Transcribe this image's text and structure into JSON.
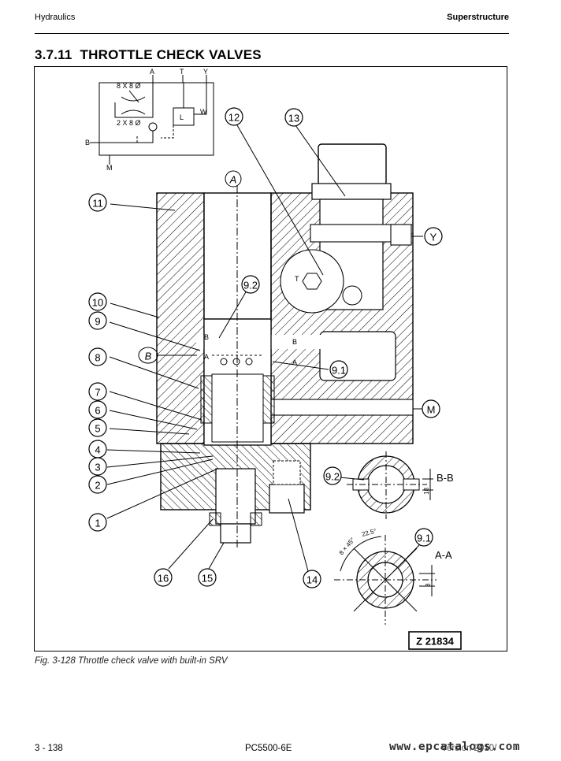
{
  "header": {
    "left": "Hydraulics",
    "right": "Superstructure"
  },
  "section": {
    "number": "3.7.11",
    "title": "THROTTLE CHECK VALVES"
  },
  "figure": {
    "drawing_id": "Z 21834",
    "schematic": {
      "ports": {
        "A": "A",
        "T": "T",
        "Y": "Y",
        "B": "B",
        "M": "M"
      },
      "orifice_top": "8 X 8 Ø",
      "orifice_bottom": "2 X 8 Ø",
      "valve_box": "L",
      "spring": "W"
    },
    "section_bb": {
      "label": "B-B",
      "part": "9.2",
      "dim": "18"
    },
    "section_aa": {
      "label": "A-A",
      "part": "9.1",
      "angle1": "22.5°",
      "angle2": "8 × 45°",
      "dim": "8"
    },
    "inner_labels": {
      "port_A": "A",
      "port_B": "B",
      "T": "T",
      "flow_B": "B",
      "flow_A": "A",
      "flow_B2": "B",
      "flow_A2": "A"
    },
    "callouts": [
      "1",
      "2",
      "3",
      "4",
      "5",
      "6",
      "7",
      "8",
      "9",
      "10",
      "11",
      "12",
      "13",
      "14",
      "15",
      "16",
      "9.1",
      "9.2",
      "Y",
      "M"
    ]
  },
  "caption": "Fig. 3-128 Throttle check valve with built-in SRV",
  "footer": {
    "page": "3 - 138",
    "model": "PC5500-6E",
    "date": "Version 2010/",
    "watermark": "www.epcatalogs.com"
  }
}
